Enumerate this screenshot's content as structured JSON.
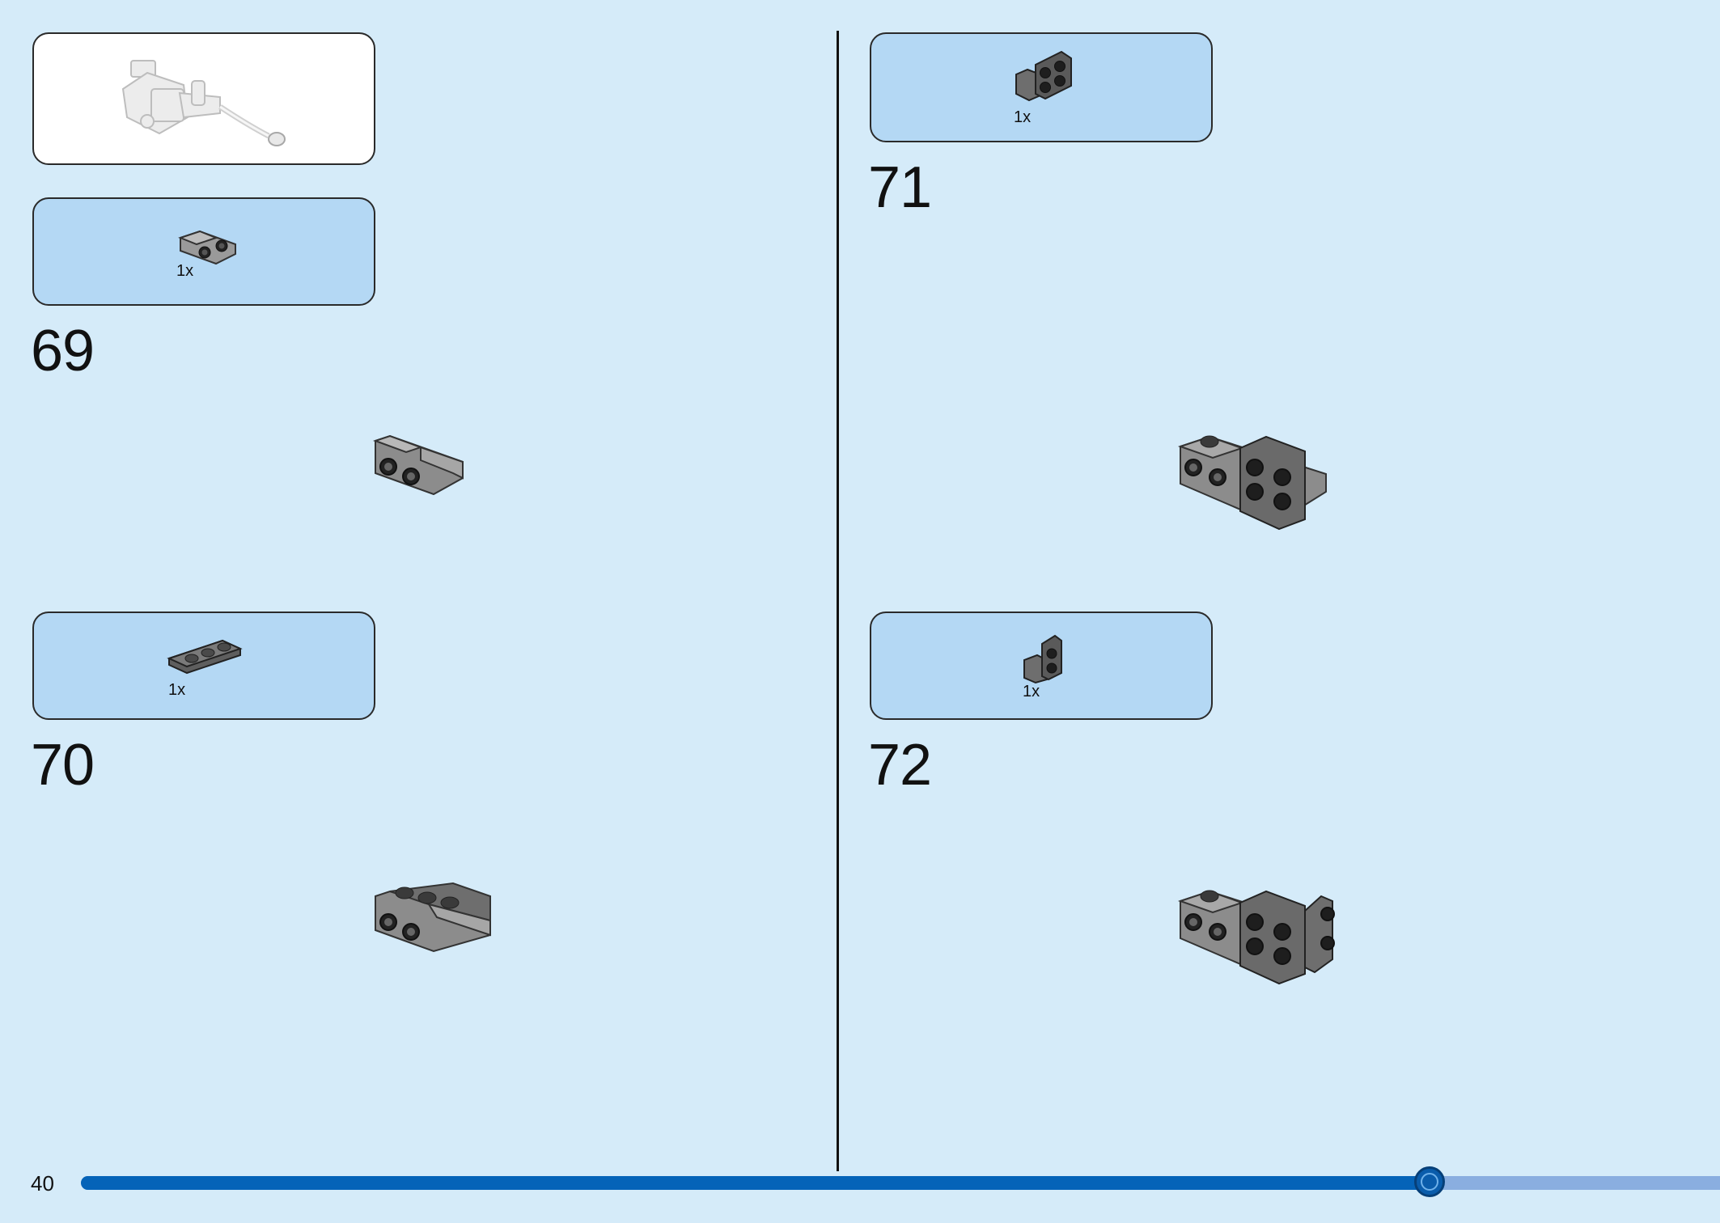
{
  "page": {
    "number": "40"
  },
  "steps": [
    {
      "number": "69",
      "parts": [
        {
          "qty": "1x",
          "icon": "bracket-1x2-2x2-light-gray"
        }
      ]
    },
    {
      "number": "70",
      "parts": [
        {
          "qty": "1x",
          "icon": "plate-1x3-dark-gray"
        }
      ]
    },
    {
      "number": "71",
      "parts": [
        {
          "qty": "1x",
          "icon": "bracket-2x2-dark-gray"
        }
      ]
    },
    {
      "number": "72",
      "parts": [
        {
          "qty": "1x",
          "icon": "bracket-1x1-dark-gray"
        }
      ]
    }
  ],
  "submodel_preview": {
    "icon": "white-hose-assembly"
  },
  "progress": {
    "fraction": 0.823
  },
  "colors": {
    "background": "#d5ebf9",
    "parts_box": "#b4d8f4",
    "progress_fill": "#0563b8",
    "progress_remaining": "#8aaee0"
  }
}
